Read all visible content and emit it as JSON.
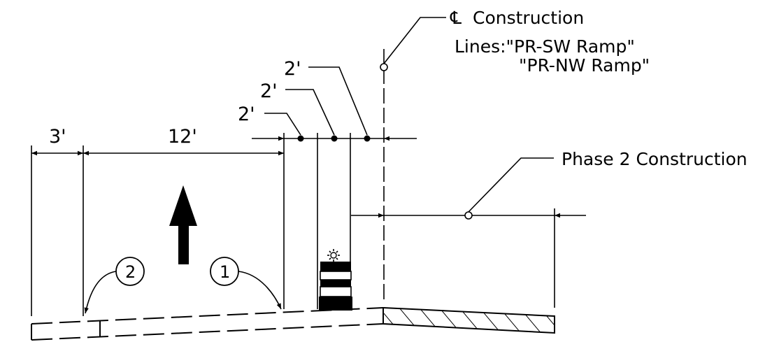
{
  "title": "",
  "labels": {
    "centerline_symbol": "℄",
    "centerline_label": "Construction",
    "construction_lines_line1": "Lines:\"PR-SW Ramp\"",
    "construction_lines_line2": "\"PR-NW Ramp\"",
    "phase_label": "Phase 2 Construction"
  },
  "dimensions": {
    "shoulder": "3'",
    "lane": "12'",
    "offset_a": "2'",
    "offset_b": "2'",
    "offset_c": "2'"
  },
  "callouts": [
    {
      "number": "1"
    },
    {
      "number": "2"
    }
  ],
  "icons": {
    "direction_arrow": "up-arrow-icon",
    "warning_light": "sun-icon",
    "channelizer_drum": "drum-icon"
  },
  "colors": {
    "line": "#000000",
    "background": "#ffffff"
  }
}
